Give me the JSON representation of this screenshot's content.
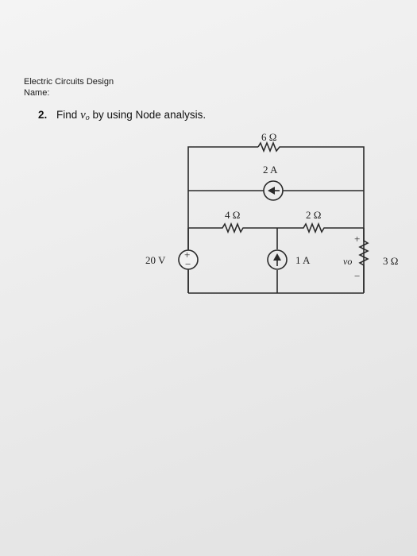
{
  "header": {
    "course": "Electric Circuits Design",
    "name_label": "Name:"
  },
  "problem": {
    "number": "2.",
    "text_before": "Find",
    "variable": "v",
    "variable_subscript": "o",
    "text_after": "by using Node analysis."
  },
  "circuit": {
    "labels": {
      "r_6": "6 Ω",
      "i_2a": "2 A",
      "r_4": "4 Ω",
      "r_2": "2 Ω",
      "v_20": "20 V",
      "i_1a": "1 A",
      "vo": "vo",
      "r_3": "3 Ω",
      "plus_sign": "+",
      "minus_sign": "−"
    }
  }
}
